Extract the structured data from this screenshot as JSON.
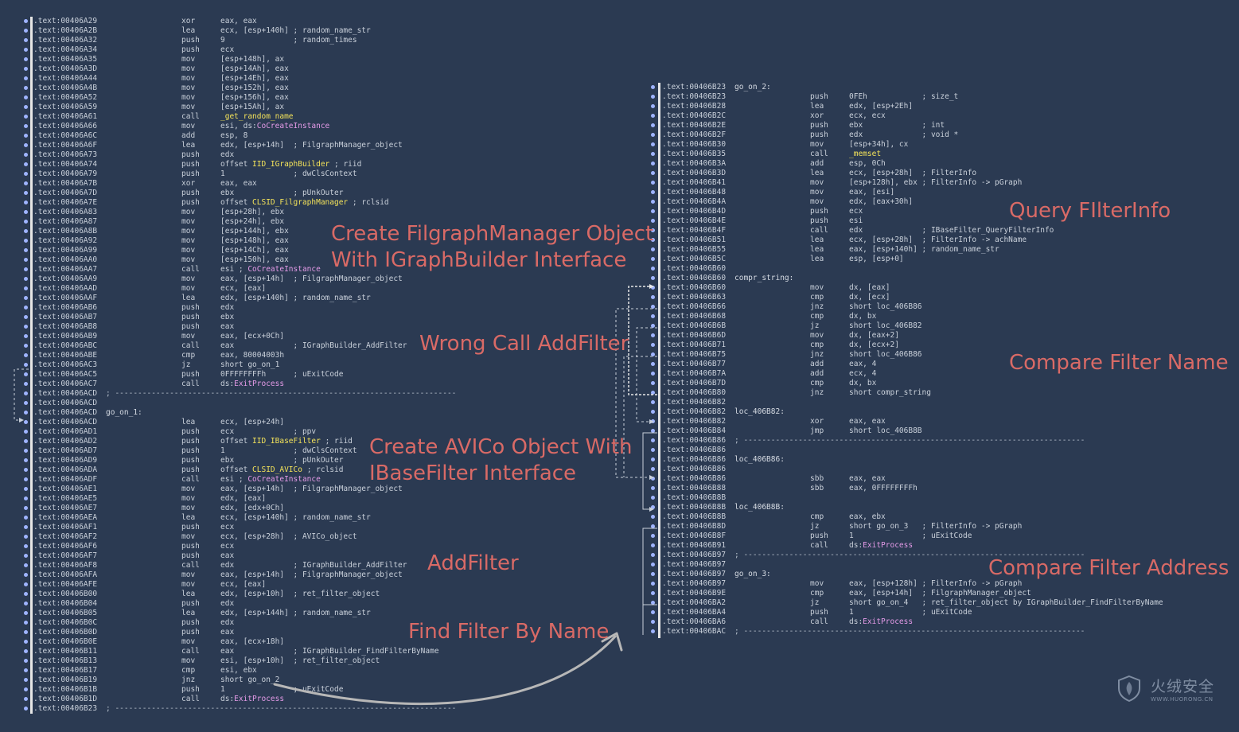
{
  "left_listing": [
    {
      "addr": ".text:00406A29",
      "mn": "xor",
      "op": "eax, eax"
    },
    {
      "addr": ".text:00406A2B",
      "mn": "lea",
      "op": "ecx, [esp+140h] ; random_name_str"
    },
    {
      "addr": ".text:00406A32",
      "mn": "push",
      "op": "9               ; random_times"
    },
    {
      "addr": ".text:00406A34",
      "mn": "push",
      "op": "ecx"
    },
    {
      "addr": ".text:00406A35",
      "mn": "mov",
      "op": "[esp+148h], ax"
    },
    {
      "addr": ".text:00406A3D",
      "mn": "mov",
      "op": "[esp+14Ah], eax"
    },
    {
      "addr": ".text:00406A44",
      "mn": "mov",
      "op": "[esp+14Eh], eax"
    },
    {
      "addr": ".text:00406A4B",
      "mn": "mov",
      "op": "[esp+152h], eax"
    },
    {
      "addr": ".text:00406A52",
      "mn": "mov",
      "op": "[esp+156h], eax"
    },
    {
      "addr": ".text:00406A59",
      "mn": "mov",
      "op": "[esp+15Ah], ax"
    },
    {
      "addr": ".text:00406A61",
      "mn": "call",
      "op": "",
      "opY": "_get_random_name"
    },
    {
      "addr": ".text:00406A66",
      "mn": "mov",
      "op": "esi, ds:",
      "opP": "CoCreateInstance"
    },
    {
      "addr": ".text:00406A6C",
      "mn": "add",
      "op": "esp, 8"
    },
    {
      "addr": ".text:00406A6F",
      "mn": "lea",
      "op": "edx, [esp+14h]  ; FilgraphManager_object"
    },
    {
      "addr": ".text:00406A73",
      "mn": "push",
      "op": "edx"
    },
    {
      "addr": ".text:00406A74",
      "mn": "push",
      "op": "offset ",
      "opY": "IID_IGraphBuilder",
      "opT": " ; riid"
    },
    {
      "addr": ".text:00406A79",
      "mn": "push",
      "op": "1               ; dwClsContext"
    },
    {
      "addr": ".text:00406A7B",
      "mn": "xor",
      "op": "eax, eax"
    },
    {
      "addr": ".text:00406A7D",
      "mn": "push",
      "op": "ebx             ; pUnkOuter"
    },
    {
      "addr": ".text:00406A7E",
      "mn": "push",
      "op": "offset ",
      "opY": "CLSID_FilgraphManager",
      "opT": " ; rclsid"
    },
    {
      "addr": ".text:00406A83",
      "mn": "mov",
      "op": "[esp+28h], ebx"
    },
    {
      "addr": ".text:00406A87",
      "mn": "mov",
      "op": "[esp+24h], ebx"
    },
    {
      "addr": ".text:00406A8B",
      "mn": "mov",
      "op": "[esp+144h], ebx"
    },
    {
      "addr": ".text:00406A92",
      "mn": "mov",
      "op": "[esp+148h], eax"
    },
    {
      "addr": ".text:00406A99",
      "mn": "mov",
      "op": "[esp+14Ch], eax"
    },
    {
      "addr": ".text:00406AA0",
      "mn": "mov",
      "op": "[esp+150h], eax"
    },
    {
      "addr": ".text:00406AA7",
      "mn": "call",
      "op": "esi ; ",
      "opP": "CoCreateInstance"
    },
    {
      "addr": ".text:00406AA9",
      "mn": "mov",
      "op": "eax, [esp+14h]  ; FilgraphManager_object"
    },
    {
      "addr": ".text:00406AAD",
      "mn": "mov",
      "op": "ecx, [eax]"
    },
    {
      "addr": ".text:00406AAF",
      "mn": "lea",
      "op": "edx, [esp+140h] ; random_name_str"
    },
    {
      "addr": ".text:00406AB6",
      "mn": "push",
      "op": "edx"
    },
    {
      "addr": ".text:00406AB7",
      "mn": "push",
      "op": "ebx"
    },
    {
      "addr": ".text:00406AB8",
      "mn": "push",
      "op": "eax"
    },
    {
      "addr": ".text:00406AB9",
      "mn": "mov",
      "op": "eax, [ecx+0Ch]"
    },
    {
      "addr": ".text:00406ABC",
      "mn": "call",
      "op": "eax             ; IGraphBuilder_AddFilter"
    },
    {
      "addr": ".text:00406ABE",
      "mn": "cmp",
      "op": "eax, 80004003h"
    },
    {
      "addr": ".text:00406AC3",
      "mn": "jz",
      "op": "short go_on_1"
    },
    {
      "addr": ".text:00406AC5",
      "mn": "push",
      "op": "0FFFFFFFFh      ; uExitCode"
    },
    {
      "addr": ".text:00406AC7",
      "mn": "call",
      "op": "ds:",
      "opP": "ExitProcess"
    },
    {
      "addr": ".text:00406ACD",
      "sep": "; ---------------------------------------------------------------------------"
    },
    {
      "addr": ".text:00406ACD"
    },
    {
      "addr": ".text:00406ACD",
      "lab": "go_on_1:"
    },
    {
      "addr": ".text:00406ACD",
      "mn": "lea",
      "op": "ecx, [esp+24h]"
    },
    {
      "addr": ".text:00406AD1",
      "mn": "push",
      "op": "ecx             ; ppv"
    },
    {
      "addr": ".text:00406AD2",
      "mn": "push",
      "op": "offset ",
      "opY": "IID_IBaseFilter",
      "opT": " ; riid"
    },
    {
      "addr": ".text:00406AD7",
      "mn": "push",
      "op": "1               ; dwClsContext"
    },
    {
      "addr": ".text:00406AD9",
      "mn": "push",
      "op": "ebx             ; pUnkOuter"
    },
    {
      "addr": ".text:00406ADA",
      "mn": "push",
      "op": "offset ",
      "opY": "CLSID_AVICo",
      "opT": " ; rclsid"
    },
    {
      "addr": ".text:00406ADF",
      "mn": "call",
      "op": "esi ; ",
      "opP": "CoCreateInstance"
    },
    {
      "addr": ".text:00406AE1",
      "mn": "mov",
      "op": "eax, [esp+14h]  ; FilgraphManager_object"
    },
    {
      "addr": ".text:00406AE5",
      "mn": "mov",
      "op": "edx, [eax]"
    },
    {
      "addr": ".text:00406AE7",
      "mn": "mov",
      "op": "edx, [edx+0Ch]"
    },
    {
      "addr": ".text:00406AEA",
      "mn": "lea",
      "op": "ecx, [esp+140h] ; random_name_str"
    },
    {
      "addr": ".text:00406AF1",
      "mn": "push",
      "op": "ecx"
    },
    {
      "addr": ".text:00406AF2",
      "mn": "mov",
      "op": "ecx, [esp+28h]  ; AVICo_object"
    },
    {
      "addr": ".text:00406AF6",
      "mn": "push",
      "op": "ecx"
    },
    {
      "addr": ".text:00406AF7",
      "mn": "push",
      "op": "eax"
    },
    {
      "addr": ".text:00406AF8",
      "mn": "call",
      "op": "edx             ; IGraphBuilder_AddFilter"
    },
    {
      "addr": ".text:00406AFA",
      "mn": "mov",
      "op": "eax, [esp+14h]  ; FilgraphManager_object"
    },
    {
      "addr": ".text:00406AFE",
      "mn": "mov",
      "op": "ecx, [eax]"
    },
    {
      "addr": ".text:00406B00",
      "mn": "lea",
      "op": "edx, [esp+10h]  ; ret_filter_object"
    },
    {
      "addr": ".text:00406B04",
      "mn": "push",
      "op": "edx"
    },
    {
      "addr": ".text:00406B05",
      "mn": "lea",
      "op": "edx, [esp+144h] ; random_name_str"
    },
    {
      "addr": ".text:00406B0C",
      "mn": "push",
      "op": "edx"
    },
    {
      "addr": ".text:00406B0D",
      "mn": "push",
      "op": "eax"
    },
    {
      "addr": ".text:00406B0E",
      "mn": "mov",
      "op": "eax, [ecx+18h]"
    },
    {
      "addr": ".text:00406B11",
      "mn": "call",
      "op": "eax             ; IGraphBuilder_FindFilterByName"
    },
    {
      "addr": ".text:00406B13",
      "mn": "mov",
      "op": "esi, [esp+10h]  ; ret_filter_object"
    },
    {
      "addr": ".text:00406B17",
      "mn": "cmp",
      "op": "esi, ebx"
    },
    {
      "addr": ".text:00406B19",
      "mn": "jnz",
      "op": "short go_on_2"
    },
    {
      "addr": ".text:00406B1B",
      "mn": "push",
      "op": "1               ; uExitCode"
    },
    {
      "addr": ".text:00406B1D",
      "mn": "call",
      "op": "ds:",
      "opP": "ExitProcess"
    },
    {
      "addr": ".text:00406B23",
      "sep": "; ---------------------------------------------------------------------------"
    }
  ],
  "right_listing": [
    {
      "addr": ".text:00406B23",
      "lab": "go_on_2:"
    },
    {
      "addr": ".text:00406B23",
      "mn": "push",
      "op": "0FEh            ; size_t"
    },
    {
      "addr": ".text:00406B28",
      "mn": "lea",
      "op": "edx, [esp+2Eh]"
    },
    {
      "addr": ".text:00406B2C",
      "mn": "xor",
      "op": "ecx, ecx"
    },
    {
      "addr": ".text:00406B2E",
      "mn": "push",
      "op": "ebx             ; int"
    },
    {
      "addr": ".text:00406B2F",
      "mn": "push",
      "op": "edx             ; void *"
    },
    {
      "addr": ".text:00406B30",
      "mn": "mov",
      "op": "[esp+34h], cx"
    },
    {
      "addr": ".text:00406B35",
      "mn": "call",
      "op": "",
      "opY": "_memset"
    },
    {
      "addr": ".text:00406B3A",
      "mn": "add",
      "op": "esp, 0Ch"
    },
    {
      "addr": ".text:00406B3D",
      "mn": "lea",
      "op": "ecx, [esp+28h]  ; FilterInfo"
    },
    {
      "addr": ".text:00406B41",
      "mn": "mov",
      "op": "[esp+128h], ebx ; FilterInfo -> pGraph"
    },
    {
      "addr": ".text:00406B48",
      "mn": "mov",
      "op": "eax, [esi]"
    },
    {
      "addr": ".text:00406B4A",
      "mn": "mov",
      "op": "edx, [eax+30h]"
    },
    {
      "addr": ".text:00406B4D",
      "mn": "push",
      "op": "ecx"
    },
    {
      "addr": ".text:00406B4E",
      "mn": "push",
      "op": "esi"
    },
    {
      "addr": ".text:00406B4F",
      "mn": "call",
      "op": "edx             ; IBaseFilter_QueryFilterInfo"
    },
    {
      "addr": ".text:00406B51",
      "mn": "lea",
      "op": "ecx, [esp+28h]  ; FilterInfo -> achName"
    },
    {
      "addr": ".text:00406B55",
      "mn": "lea",
      "op": "eax, [esp+140h] ; random_name_str"
    },
    {
      "addr": ".text:00406B5C",
      "mn": "lea",
      "op": "esp, [esp+0]"
    },
    {
      "addr": ".text:00406B60"
    },
    {
      "addr": ".text:00406B60",
      "lab": "compr_string:"
    },
    {
      "addr": ".text:00406B60",
      "mn": "mov",
      "op": "dx, [eax]"
    },
    {
      "addr": ".text:00406B63",
      "mn": "cmp",
      "op": "dx, [ecx]"
    },
    {
      "addr": ".text:00406B66",
      "mn": "jnz",
      "op": "short loc_406B86"
    },
    {
      "addr": ".text:00406B68",
      "mn": "cmp",
      "op": "dx, bx"
    },
    {
      "addr": ".text:00406B6B",
      "mn": "jz",
      "op": "short loc_406B82"
    },
    {
      "addr": ".text:00406B6D",
      "mn": "mov",
      "op": "dx, [eax+2]"
    },
    {
      "addr": ".text:00406B71",
      "mn": "cmp",
      "op": "dx, [ecx+2]"
    },
    {
      "addr": ".text:00406B75",
      "mn": "jnz",
      "op": "short loc_406B86"
    },
    {
      "addr": ".text:00406B77",
      "mn": "add",
      "op": "eax, 4"
    },
    {
      "addr": ".text:00406B7A",
      "mn": "add",
      "op": "ecx, 4"
    },
    {
      "addr": ".text:00406B7D",
      "mn": "cmp",
      "op": "dx, bx"
    },
    {
      "addr": ".text:00406B80",
      "mn": "jnz",
      "op": "short compr_string"
    },
    {
      "addr": ".text:00406B82"
    },
    {
      "addr": ".text:00406B82",
      "lab": "loc_406B82:"
    },
    {
      "addr": ".text:00406B82",
      "mn": "xor",
      "op": "eax, eax"
    },
    {
      "addr": ".text:00406B84",
      "mn": "jmp",
      "op": "short loc_406B8B"
    },
    {
      "addr": ".text:00406B86",
      "sep": "; ---------------------------------------------------------------------------"
    },
    {
      "addr": ".text:00406B86"
    },
    {
      "addr": ".text:00406B86",
      "lab": "loc_406B86:"
    },
    {
      "addr": ".text:00406B86"
    },
    {
      "addr": ".text:00406B86",
      "mn": "sbb",
      "op": "eax, eax"
    },
    {
      "addr": ".text:00406B88",
      "mn": "sbb",
      "op": "eax, 0FFFFFFFFh"
    },
    {
      "addr": ".text:00406B8B"
    },
    {
      "addr": ".text:00406B8B",
      "lab": "loc_406B8B:"
    },
    {
      "addr": ".text:00406B8B",
      "mn": "cmp",
      "op": "eax, ebx"
    },
    {
      "addr": ".text:00406B8D",
      "mn": "jz",
      "op": "short go_on_3   ; FilterInfo -> pGraph"
    },
    {
      "addr": ".text:00406B8F",
      "mn": "push",
      "op": "1               ; uExitCode"
    },
    {
      "addr": ".text:00406B91",
      "mn": "call",
      "op": "ds:",
      "opP": "ExitProcess"
    },
    {
      "addr": ".text:00406B97",
      "sep": "; ---------------------------------------------------------------------------"
    },
    {
      "addr": ".text:00406B97"
    },
    {
      "addr": ".text:00406B97",
      "lab": "go_on_3:"
    },
    {
      "addr": ".text:00406B97",
      "mn": "mov",
      "op": "eax, [esp+128h] ; FilterInfo -> pGraph"
    },
    {
      "addr": ".text:00406B9E",
      "mn": "cmp",
      "op": "eax, [esp+14h]  ; FilgraphManager_object"
    },
    {
      "addr": ".text:00406BA2",
      "mn": "jz",
      "op": "short go_on_4   ; ret_filter_object by IGraphBuilder_FindFilterByName"
    },
    {
      "addr": ".text:00406BA4",
      "mn": "push",
      "op": "1               ; uExitCode"
    },
    {
      "addr": ".text:00406BA6",
      "mn": "call",
      "op": "ds:",
      "opP": "ExitProcess"
    },
    {
      "addr": ".text:00406BAC",
      "sep": "; ---------------------------------------------------------------------------"
    }
  ],
  "annotations": {
    "create_filgraph_1": "Create FilgraphManager Object",
    "create_filgraph_2": "With IGraphBuilder Interface",
    "wrong_call": "Wrong Call AddFilter",
    "create_avico_1": "Create AVICo Object With",
    "create_avico_2": "IBaseFilter Interface",
    "addfilter": "AddFilter",
    "find_filter": "Find Filter By Name",
    "query_filterinfo": "Query FIlterInfo",
    "compare_name": "Compare Filter Name",
    "compare_address": "Compare Filter Address"
  },
  "watermark": {
    "name": "火绒安全",
    "url": "WWW.HUORONG.CN"
  },
  "colors": {
    "background": "#2b3a52",
    "annotation": "#d96a66",
    "symbol_yellow": "#f4e35a",
    "symbol_pink": "#e59be8",
    "bullet": "#9fb4ff"
  }
}
